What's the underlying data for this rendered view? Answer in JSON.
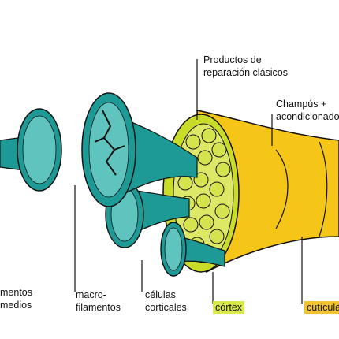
{
  "labels": {
    "productos": "Productos de\nreparación clásicos",
    "champus": "Champús +\nacondicionadores",
    "microfilamentos": "mentos\nmedios",
    "macrofilamentos": "macro-\nfilamentos",
    "celulas": "células\ncorticales",
    "cortex": "córtex",
    "cuticula": "cutícula"
  },
  "colors": {
    "teal": "#1e9a96",
    "teal_light": "#5fc4bd",
    "lime": "#c9dc2a",
    "yellow": "#f5c518",
    "outline": "#111111"
  }
}
